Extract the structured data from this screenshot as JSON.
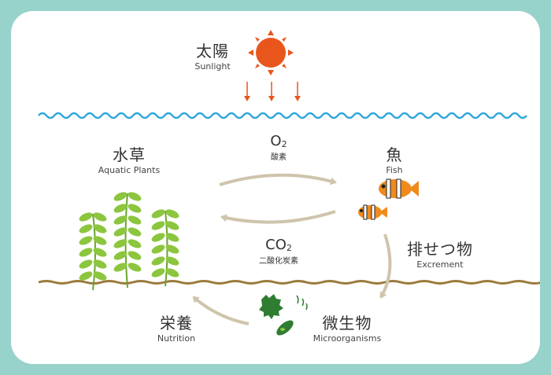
{
  "labels": {
    "sunlight": {
      "jp": "太陽",
      "en": "Sunlight"
    },
    "plants": {
      "jp": "水草",
      "en": "Aquatic Plants"
    },
    "fish": {
      "jp": "魚",
      "en": "Fish"
    },
    "excrement": {
      "jp": "排せつ物",
      "en": "Excrement"
    },
    "microbes": {
      "jp": "微生物",
      "en": "Microorganisms"
    },
    "nutrition": {
      "jp": "栄養",
      "en": "Nutrition"
    },
    "oxygen": {
      "formula": "O",
      "sub": "2",
      "jp": "酸素"
    },
    "co2": {
      "formula": "CO",
      "sub": "2",
      "jp": "二酸化炭素"
    }
  },
  "colors": {
    "background": "#97d2cb",
    "sun": "#e9561b",
    "sunlight_arrows": "#e9561b",
    "water": "#2ea8dc",
    "ground": "#9b7a3c",
    "arrows": "#cfc4ac",
    "plant_leaf": "#8cc63e",
    "plant_stem": "#6aa52f",
    "fish_orange": "#f08a1c",
    "microbe_green": "#2f7d32"
  }
}
